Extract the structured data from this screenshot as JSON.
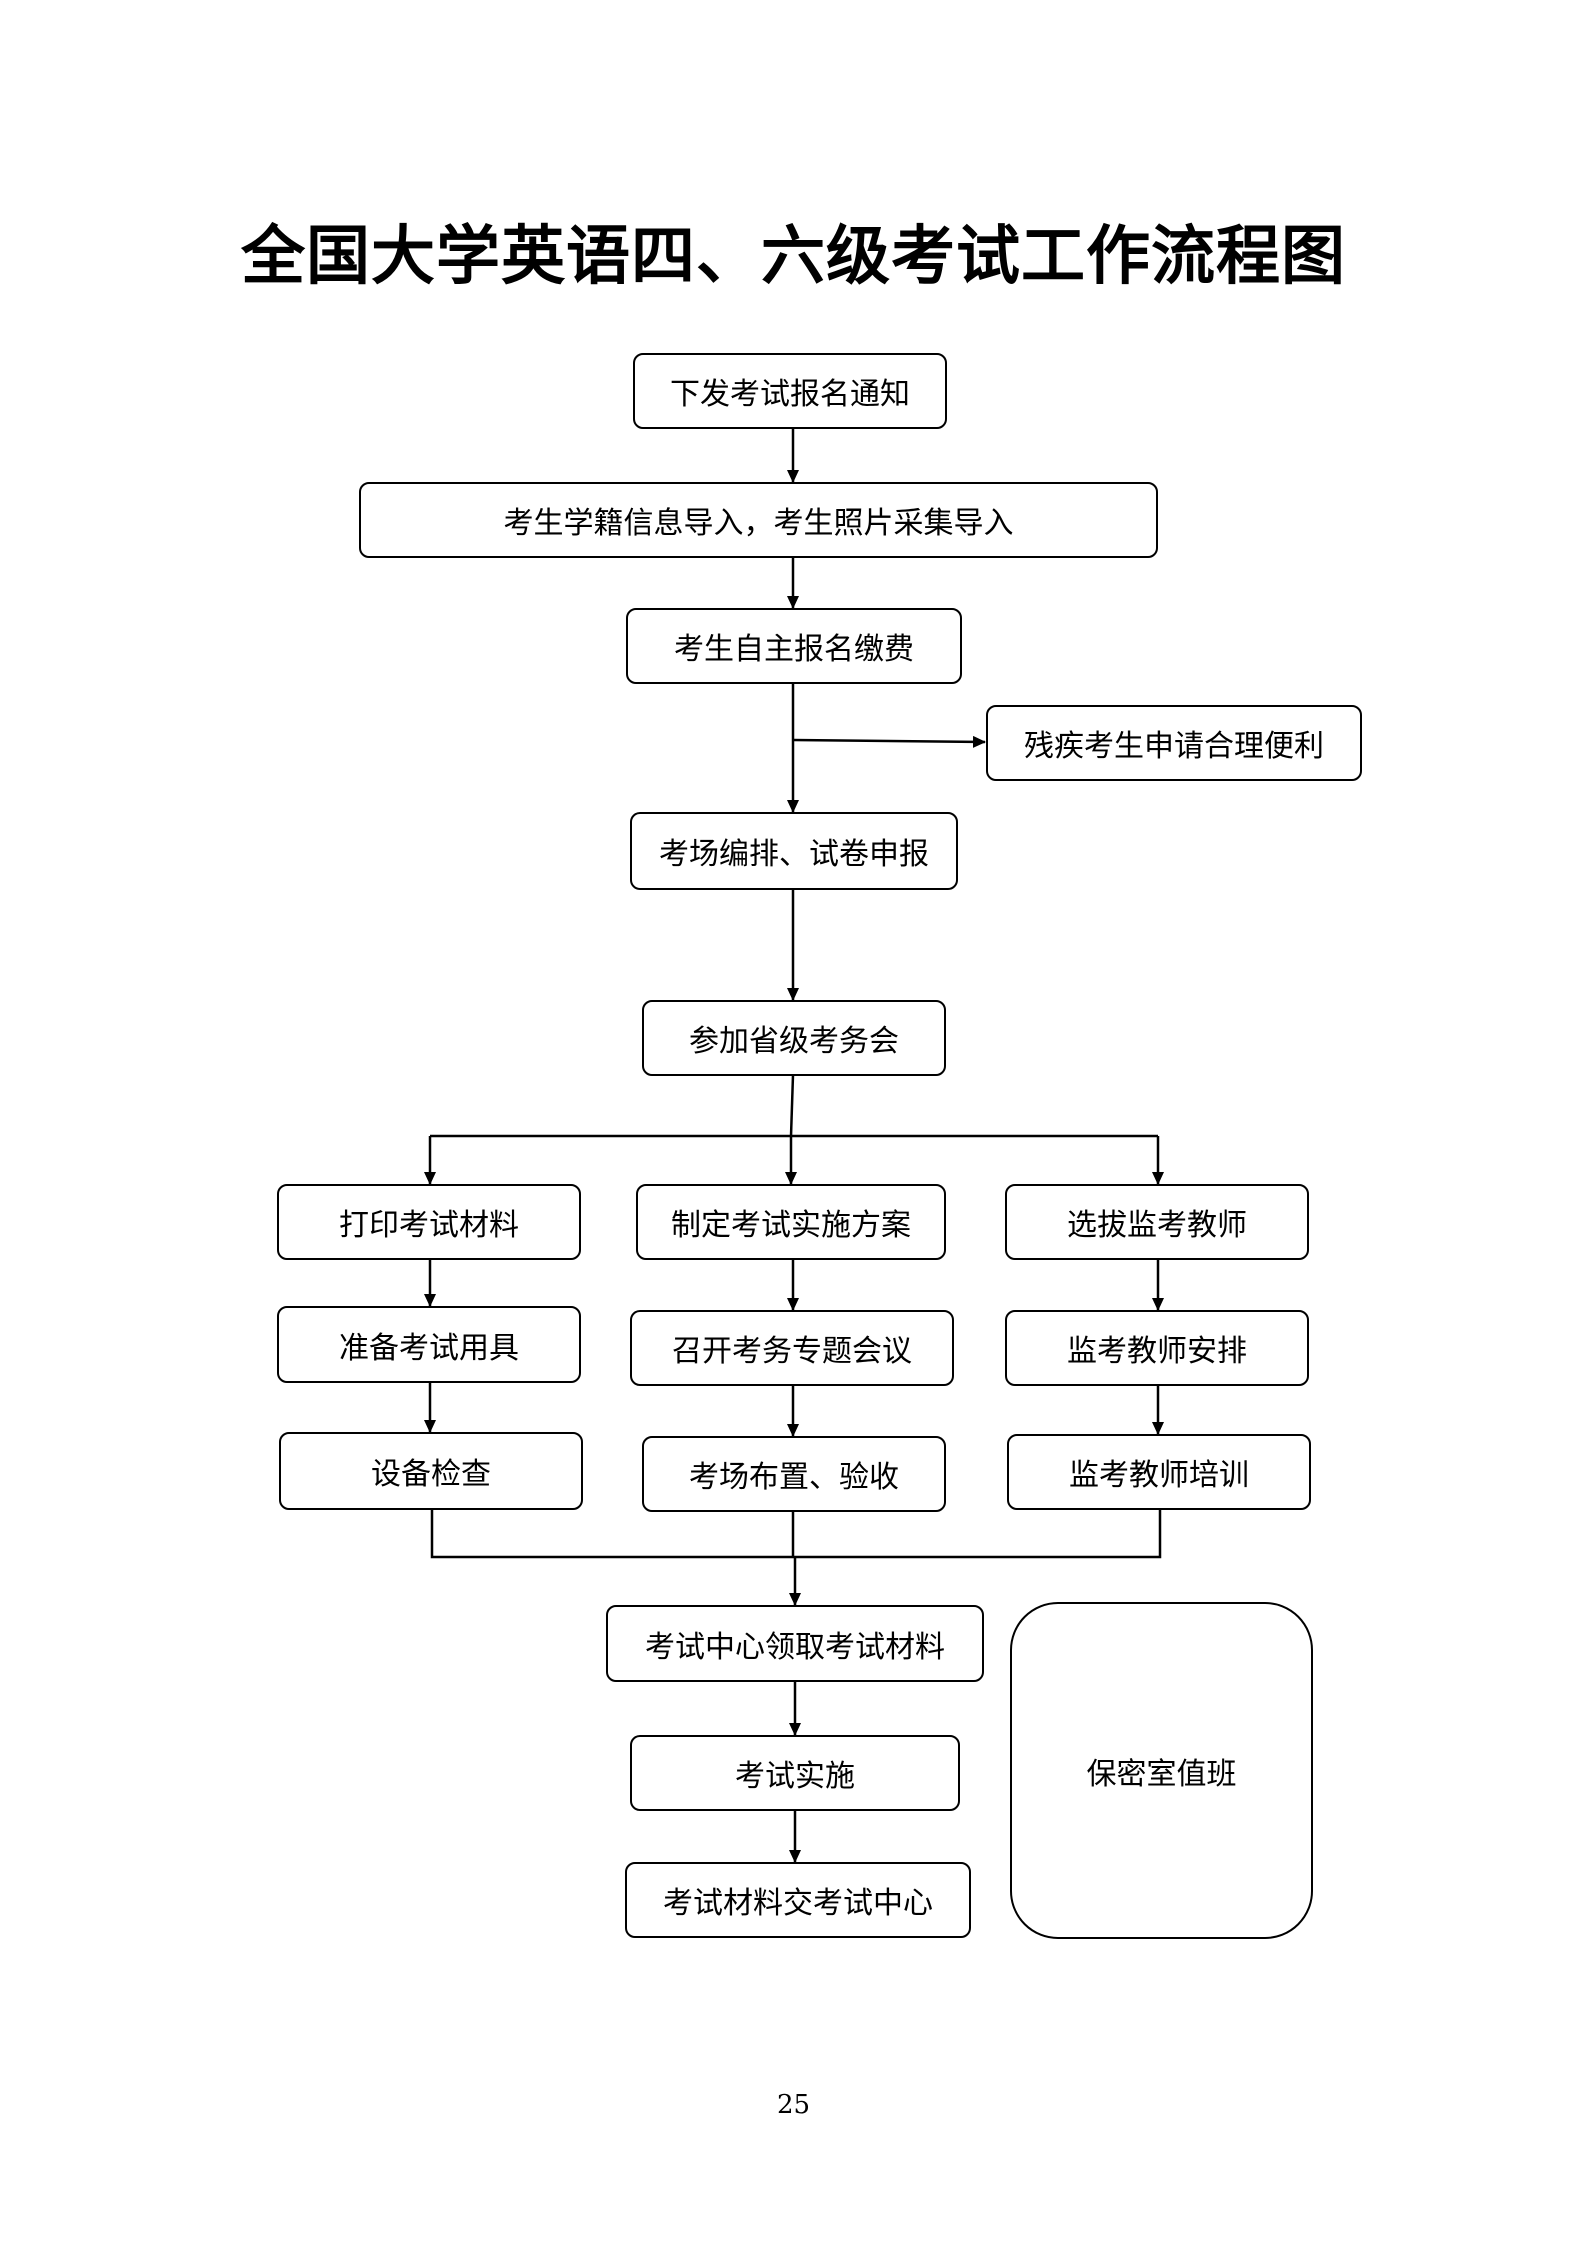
{
  "title": "全国大学英语四、六级考试工作流程图",
  "page_number": "25",
  "nodes": {
    "n1": "下发考试报名通知",
    "n2": "考生学籍信息导入，考生照片采集导入",
    "n3": "考生自主报名缴费",
    "n4": "残疾考生申请合理便利",
    "n5": "考场编排、试卷申报",
    "n6": "参加省级考务会",
    "n7": "打印考试材料",
    "n8": "制定考试实施方案",
    "n9": "选拔监考教师",
    "n10": "准备考试用具",
    "n11": "召开考务专题会议",
    "n12": "监考教师安排",
    "n13": "设备检查",
    "n14": "考场布置、验收",
    "n15": "监考教师培训",
    "n16": "考试中心领取考试材料",
    "n17": "考试实施",
    "n18": "考试材料交考试中心",
    "n19": "保密室值班"
  }
}
